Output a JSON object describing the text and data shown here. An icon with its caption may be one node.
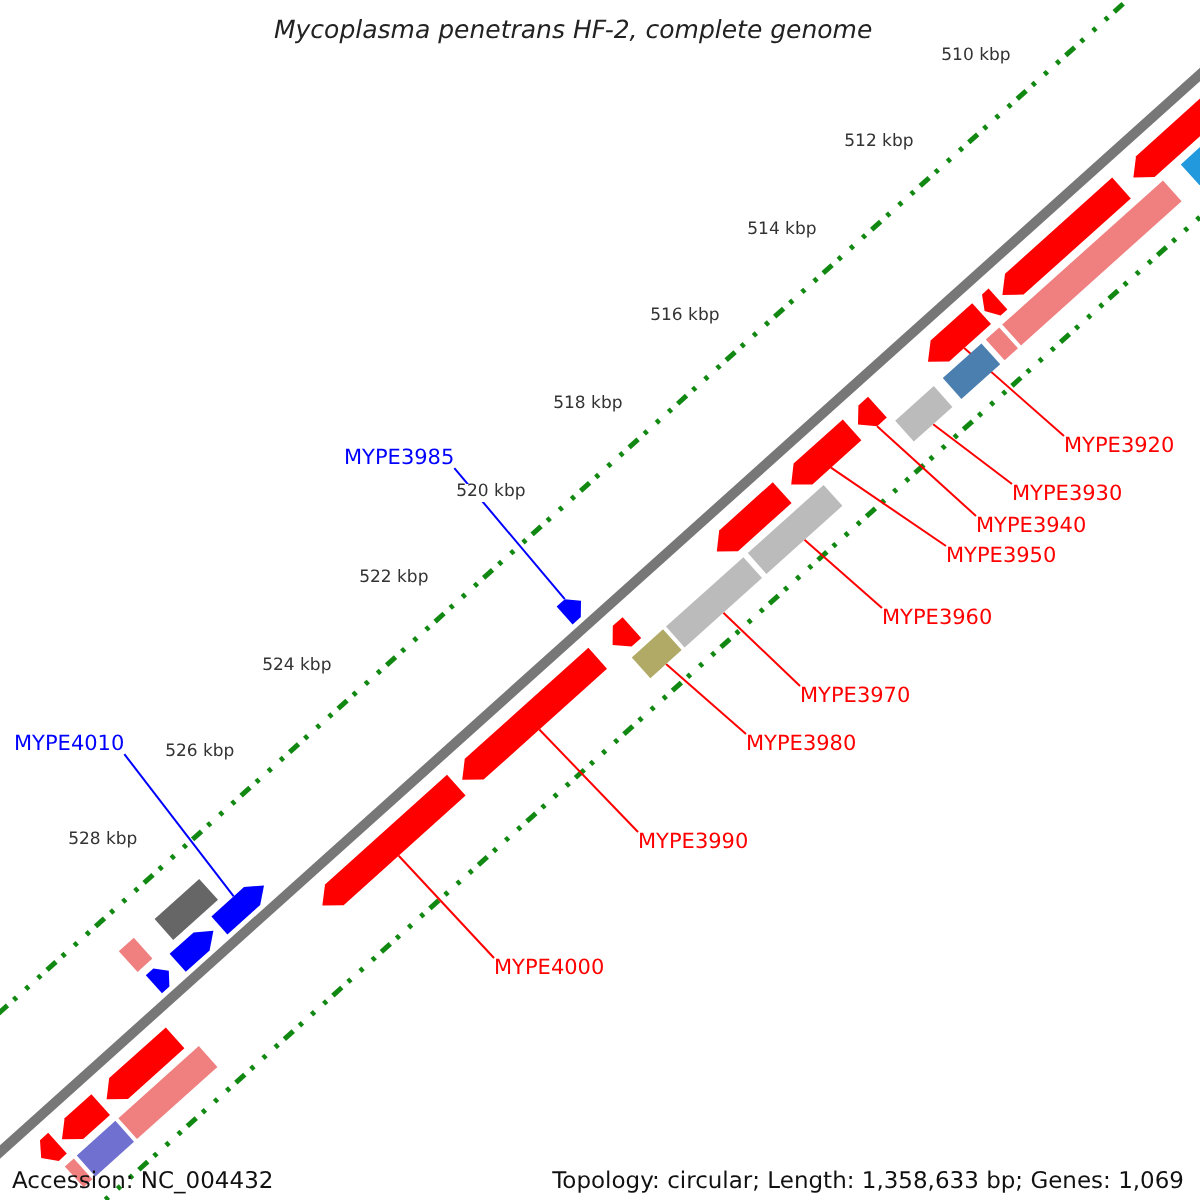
{
  "diagram": {
    "title": "Mycoplasma penetrans HF-2, complete genome",
    "nodes": [
      {
        "text": [
          "MYPE3920"
        ]
      },
      {
        "text": [
          "MYPE3930"
        ]
      },
      {
        "text": [
          "MYPE3940"
        ]
      },
      {
        "text": [
          "MYPE3950"
        ]
      },
      {
        "text": [
          "MYPE3985"
        ]
      },
      {
        "text": [
          "MYPE3960"
        ]
      },
      {
        "text": [
          "MYPE3970"
        ]
      },
      {
        "text": [
          "MYPE3980"
        ]
      },
      {
        "text": [
          "MYPE4010"
        ]
      },
      {
        "text": [
          "MYPE3990"
        ]
      },
      {
        "text": [
          "MYPE4000"
        ]
      },
      {
        "text": [],
        "shape": "arrow"
      },
      {
        "text": [],
        "shape": "bar"
      },
      {
        "text": [],
        "shape": "arrow"
      },
      {
        "text": [],
        "shape": "arrow"
      },
      {
        "text": [],
        "shape": "arrow"
      },
      {
        "text": [],
        "shape": "bar"
      },
      {
        "text": [],
        "shape": "bar"
      },
      {
        "text": [],
        "shape": "bar"
      },
      {
        "text": [],
        "shape": "arrow"
      },
      {
        "text": [],
        "shape": "arrow"
      },
      {
        "text": [],
        "shape": "arrow"
      },
      {
        "text": [],
        "shape": "bar"
      },
      {
        "text": [],
        "shape": "arrow"
      },
      {
        "text": [],
        "shape": "arrow"
      },
      {
        "text": [],
        "shape": "bar"
      },
      {
        "text": [],
        "shape": "arrow"
      },
      {
        "text": [],
        "shape": "bar"
      },
      {
        "text": [],
        "shape": "bar"
      },
      {
        "text": [],
        "shape": "arrow"
      },
      {
        "text": [],
        "shape": "arrow"
      },
      {
        "text": [],
        "shape": "bar"
      },
      {
        "text": [],
        "shape": "arrow"
      },
      {
        "text": [],
        "shape": "arrow"
      },
      {
        "text": [],
        "shape": "bar"
      },
      {
        "text": [],
        "shape": "arrow"
      },
      {
        "text": [],
        "shape": "bar"
      },
      {
        "text": [],
        "shape": "arrow"
      },
      {
        "text": [],
        "shape": "bar"
      },
      {
        "text": [],
        "shape": "arrow"
      },
      {
        "text": [],
        "shape": "bar"
      }
    ],
    "edges": [
      {
        "from": 0,
        "to": 11,
        "arrow": "none"
      },
      {
        "from": 1,
        "to": 12,
        "arrow": "none"
      },
      {
        "from": 2,
        "to": 13,
        "arrow": "none"
      },
      {
        "from": 3,
        "to": 14,
        "arrow": "none"
      },
      {
        "from": 4,
        "to": 15,
        "arrow": "none",
        "color": "#0000ff"
      },
      {
        "from": 5,
        "to": 16,
        "arrow": "none"
      },
      {
        "from": 6,
        "to": 17,
        "arrow": "none"
      },
      {
        "from": 7,
        "to": 18,
        "arrow": "none"
      },
      {
        "from": 8,
        "to": 19,
        "arrow": "none",
        "color": "#0000ff"
      },
      {
        "from": 9,
        "to": 20,
        "arrow": "none"
      },
      {
        "from": 10,
        "to": 21,
        "arrow": "none"
      }
    ],
    "labels": [
      "510 kbp",
      "512 kbp",
      "514 kbp",
      "516 kbp",
      "518 kbp",
      "520 kbp",
      "522 kbp",
      "524 kbp",
      "526 kbp",
      "528 kbp",
      "Accession: NC_004432",
      "Topology: circular; Length: 1,358,633 bp; Genes: 1,069"
    ]
  }
}
